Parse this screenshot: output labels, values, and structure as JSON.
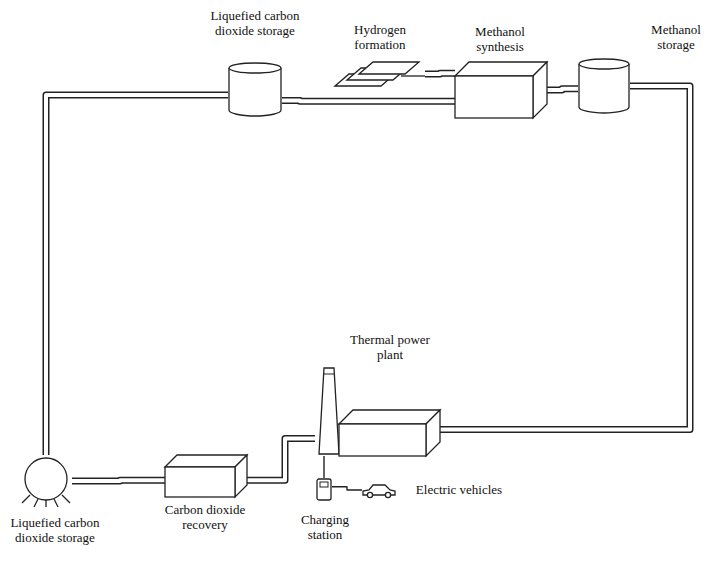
{
  "diagram": {
    "nodes": [
      {
        "text": [
          "Liquefied carbon dioxide storage"
        ]
      },
      {
        "text": [
          "Hydrogen formation"
        ]
      },
      {
        "text": [
          "Methanol synthesis"
        ]
      },
      {
        "text": [
          "Methanol storage"
        ]
      },
      {
        "text": [
          "Thermal power plant"
        ]
      },
      {
        "text": [
          "Carbon dioxide recovery"
        ]
      },
      {
        "text": [
          "Liquefied carbon dioxide storage"
        ]
      },
      {
        "text": [
          "Charging station"
        ]
      },
      {
        "text": [
          "Electric vehicles"
        ]
      }
    ],
    "edges": [
      {
        "from": 0,
        "to": 2,
        "arrow": "none"
      },
      {
        "from": 1,
        "to": 2,
        "arrow": "none"
      },
      {
        "from": 2,
        "to": 3,
        "arrow": "none"
      },
      {
        "from": 3,
        "to": 4,
        "arrow": "none"
      },
      {
        "from": 4,
        "to": 5,
        "arrow": "none"
      },
      {
        "from": 5,
        "to": 6,
        "arrow": "none"
      },
      {
        "from": 6,
        "to": 0,
        "arrow": "none"
      },
      {
        "from": 7,
        "to": 4,
        "arrow": "none"
      },
      {
        "from": 8,
        "to": 7,
        "arrow": "none"
      }
    ]
  }
}
